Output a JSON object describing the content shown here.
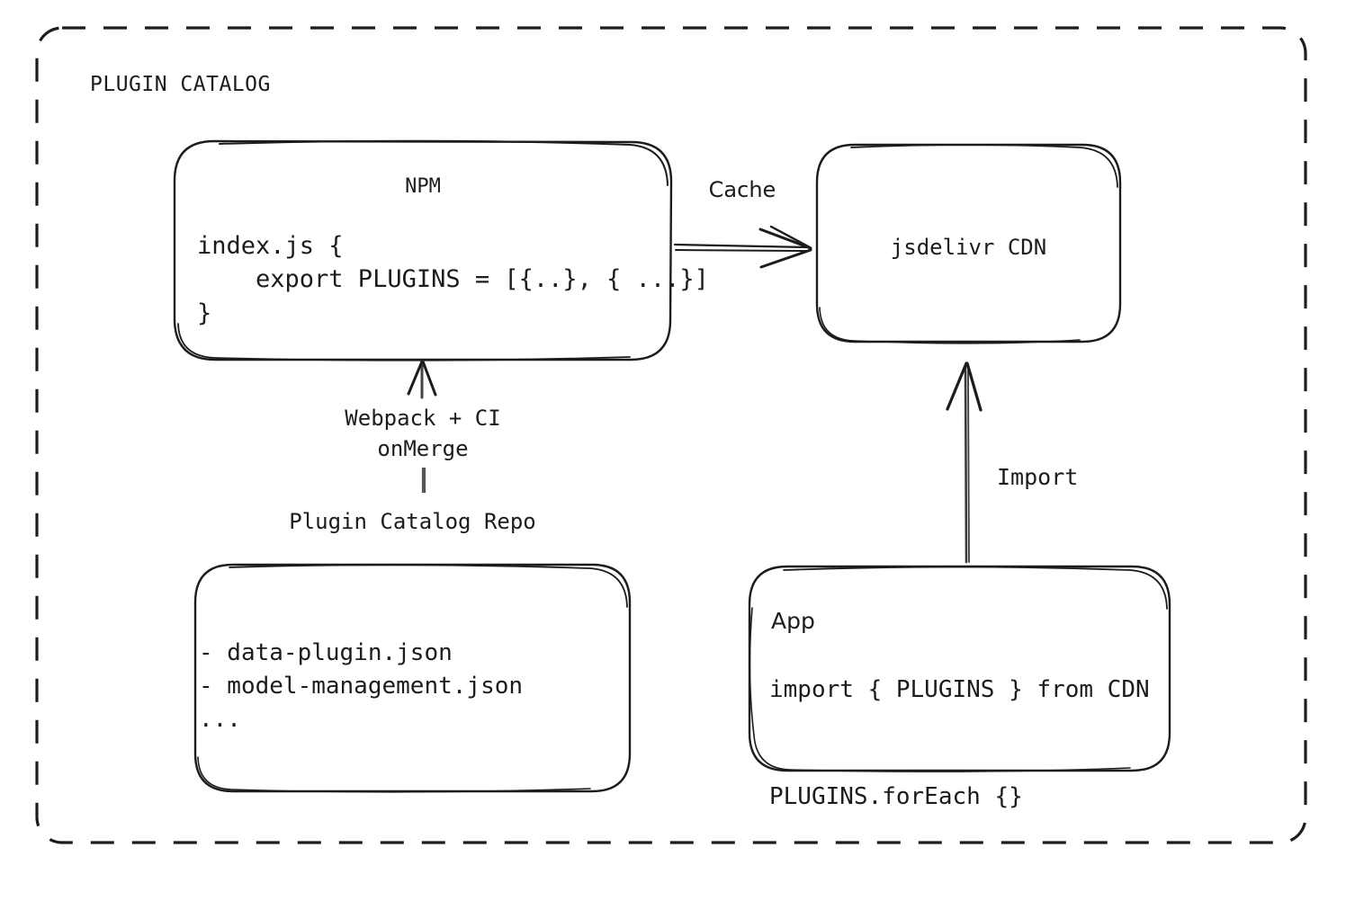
{
  "diagram": {
    "group_title": "PLUGIN CATALOG",
    "background": "#ffffff",
    "stroke_color": "#1c1c1c"
  },
  "nodes": {
    "npm": {
      "title": "NPM",
      "code": "index.js {\n    export PLUGINS = [{..}, { ...}]\n}"
    },
    "cdn": {
      "title": "jsdelivr CDN"
    },
    "repo": {
      "label": "Plugin Catalog Repo",
      "items": "- data-plugin.json\n- model-management.json\n..."
    },
    "app": {
      "title": "App",
      "code": "import { PLUGINS } from CDN\n\nPLUGINS.forEach {}"
    }
  },
  "edges": {
    "cache": "Cache",
    "webpack": "Webpack + CI\nonMerge",
    "import": "Import"
  }
}
